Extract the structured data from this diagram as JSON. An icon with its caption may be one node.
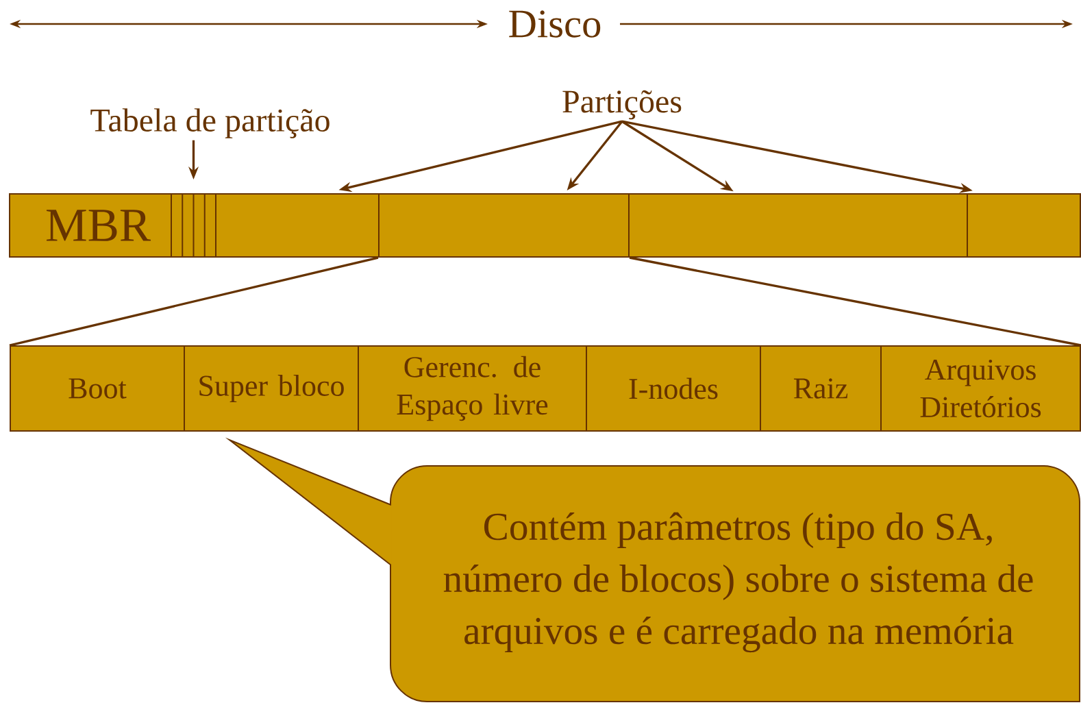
{
  "diagram": {
    "nodes": [
      {
        "text": [
          "Tabela de partição"
        ]
      },
      {
        "text": [
          "Partições"
        ]
      },
      {
        "text": [
          "MBR"
        ]
      },
      {
        "text": [],
        "shape": "bar"
      },
      {
        "text": [],
        "shape": "box"
      },
      {
        "text": [],
        "shape": "box"
      },
      {
        "text": [],
        "shape": "box"
      },
      {
        "text": [],
        "shape": "box"
      },
      {
        "text": [
          "Boot"
        ]
      },
      {
        "text": [
          "Super bloco"
        ]
      },
      {
        "text": [
          "Gerenc. de Espaço livre"
        ]
      },
      {
        "text": [
          "I-nodes"
        ]
      },
      {
        "text": [
          "Raiz"
        ]
      },
      {
        "text": [
          "Arquivos Diretórios"
        ]
      },
      {
        "text": [
          "Contém parâmetros (tipo do SA, número de blocos) sobre o sistema de arquivos e é carregado na memória"
        ]
      }
    ],
    "edges": [
      {
        "from": 0,
        "to": 3,
        "arrow": "to"
      },
      {
        "from": 1,
        "to": 4,
        "arrow": "to"
      },
      {
        "from": 1,
        "to": 5,
        "arrow": "to"
      },
      {
        "from": 1,
        "to": 6,
        "arrow": "to"
      },
      {
        "from": 1,
        "to": 7,
        "arrow": "to"
      },
      {
        "from": 5,
        "to": 8,
        "arrow": "none"
      },
      {
        "from": 5,
        "to": 13,
        "arrow": "none"
      }
    ],
    "labels": [
      "Disco"
    ]
  }
}
